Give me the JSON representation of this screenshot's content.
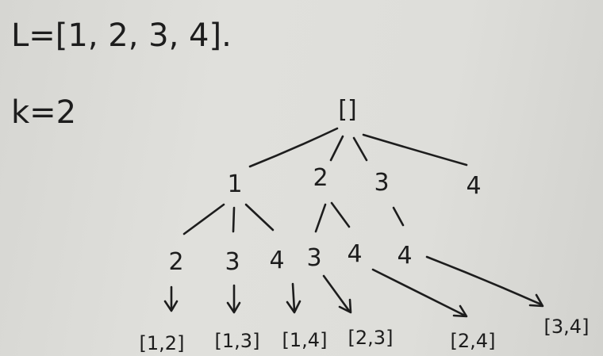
{
  "header": {
    "list_line": "L=[1, 2, 3, 4].",
    "k_line": "k=2"
  },
  "tree": {
    "root": "[]",
    "level1": [
      "1",
      "2",
      "3",
      "4"
    ],
    "level2": [
      "2",
      "3",
      "4",
      "3",
      "4",
      "4"
    ],
    "results": [
      "[1,2]",
      "[1,3]",
      "[1,4]",
      "[2,3]",
      "[2,4]",
      "[3,4]"
    ]
  },
  "colors": {
    "ink": "#1d1d1d",
    "paper": "#dcdcd8"
  }
}
